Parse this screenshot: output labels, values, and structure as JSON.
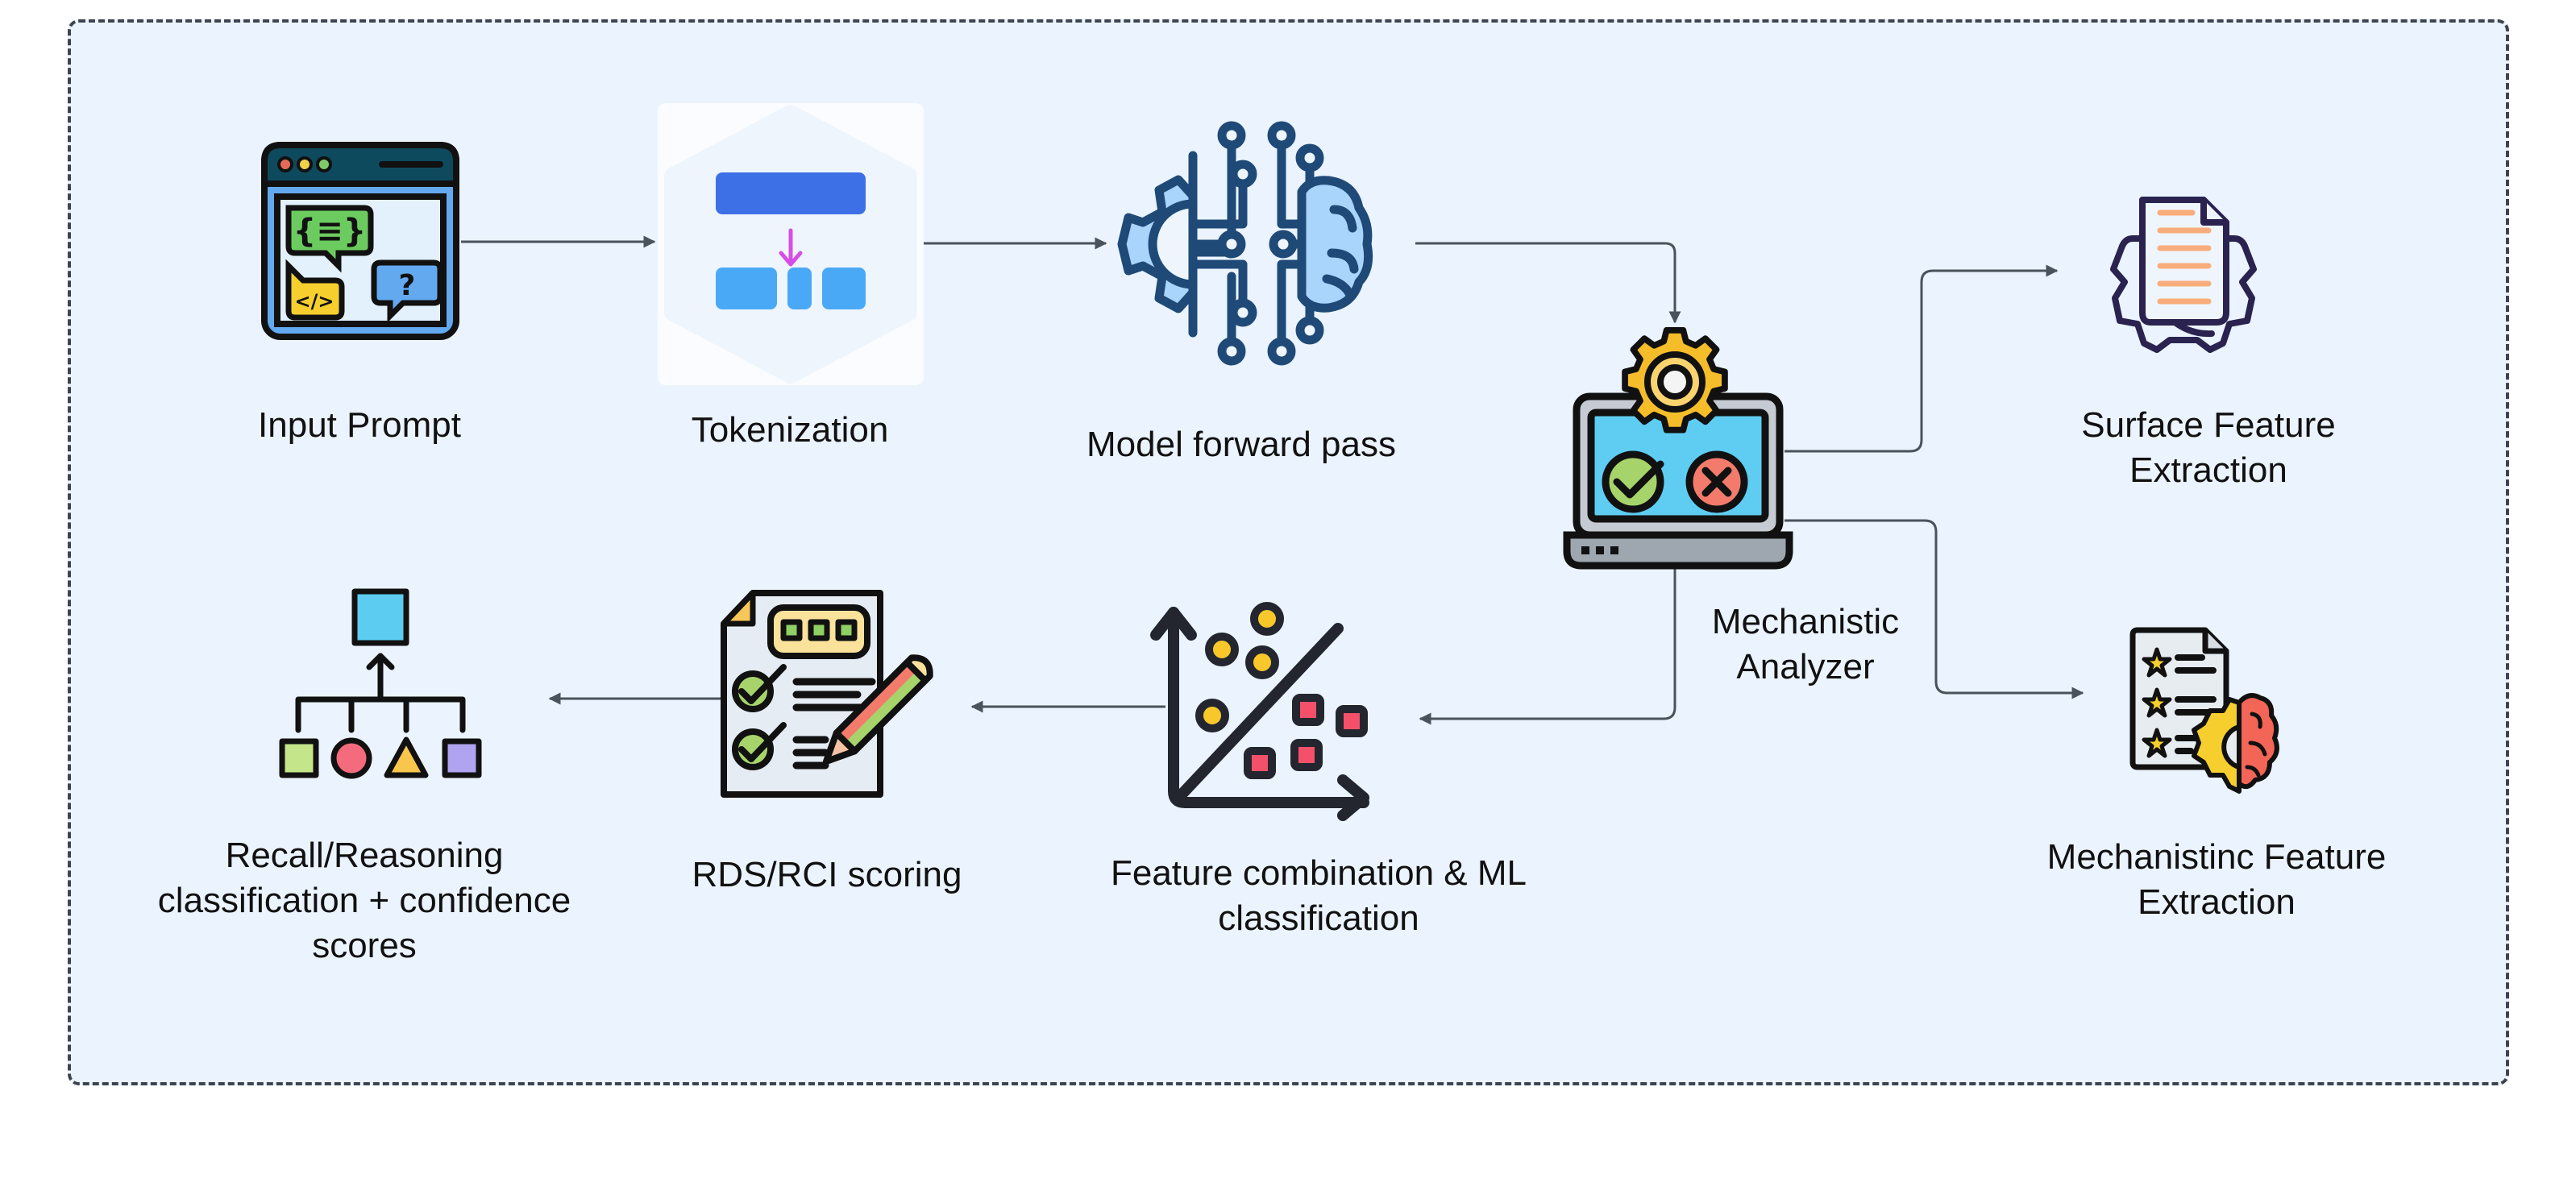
{
  "diagram": {
    "type": "pipeline-flowchart",
    "colors": {
      "frame_background": "#ebf4fe",
      "frame_border": "#3d4450",
      "connector": "#4a525c",
      "text": "#111111"
    },
    "nodes": {
      "input_prompt": {
        "label_lines": [
          "Input Prompt"
        ],
        "icon": "browser-window-chat-icon"
      },
      "tokenization": {
        "label_lines": [
          "Tokenization"
        ],
        "icon": "tokenization-split-icon"
      },
      "model_forward_pass": {
        "label_lines": [
          "Model forward pass"
        ],
        "icon": "gear-brain-circuit-icon"
      },
      "mechanistic_analyzer": {
        "label_lines": [
          "Mechanistic",
          "Analyzer"
        ],
        "icon": "laptop-gear-check-icon"
      },
      "surface_feature_extraction": {
        "label_lines": [
          "Surface Feature",
          "Extraction"
        ],
        "icon": "document-gear-icon"
      },
      "mechanistic_feature_extraction": {
        "label_lines": [
          "Mechanistinc Feature",
          "Extraction"
        ],
        "icon": "rated-document-brain-gear-icon"
      },
      "feature_combination": {
        "label_lines": [
          "Feature combination & ML",
          "classification"
        ],
        "icon": "scatter-classification-icon"
      },
      "rds_rci_scoring": {
        "label_lines": [
          "RDS/RCI scoring"
        ],
        "icon": "checklist-pencil-icon"
      },
      "recall_reasoning": {
        "label_lines": [
          "Recall/Reasoning",
          "classification + confidence",
          "scores"
        ],
        "icon": "shape-hierarchy-icon"
      }
    },
    "edges": [
      {
        "from": "input_prompt",
        "to": "tokenization"
      },
      {
        "from": "tokenization",
        "to": "model_forward_pass"
      },
      {
        "from": "model_forward_pass",
        "to": "mechanistic_analyzer"
      },
      {
        "from": "mechanistic_analyzer",
        "to": "surface_feature_extraction"
      },
      {
        "from": "mechanistic_analyzer",
        "to": "mechanistic_feature_extraction"
      },
      {
        "from": "mechanistic_analyzer",
        "to": "feature_combination"
      },
      {
        "from": "feature_combination",
        "to": "rds_rci_scoring"
      },
      {
        "from": "rds_rci_scoring",
        "to": "recall_reasoning"
      }
    ]
  }
}
